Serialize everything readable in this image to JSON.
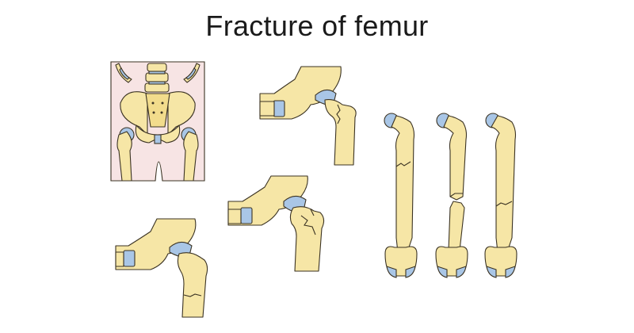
{
  "title": "Fracture of femur",
  "colors": {
    "bone": "#f6e6a6",
    "cartilage": "#a9c6e6",
    "skin": "#f7e4e4",
    "outline": "#3b3323"
  },
  "illustrations": [
    "pelvis-and-hips-overview",
    "hip-femoral-neck-fracture",
    "hip-intertrochanteric-fracture",
    "hip-subtrochanteric-fracture",
    "femur-shaft-fracture-oblique",
    "femur-shaft-fracture-displaced",
    "femur-shaft-fracture-hairline"
  ]
}
